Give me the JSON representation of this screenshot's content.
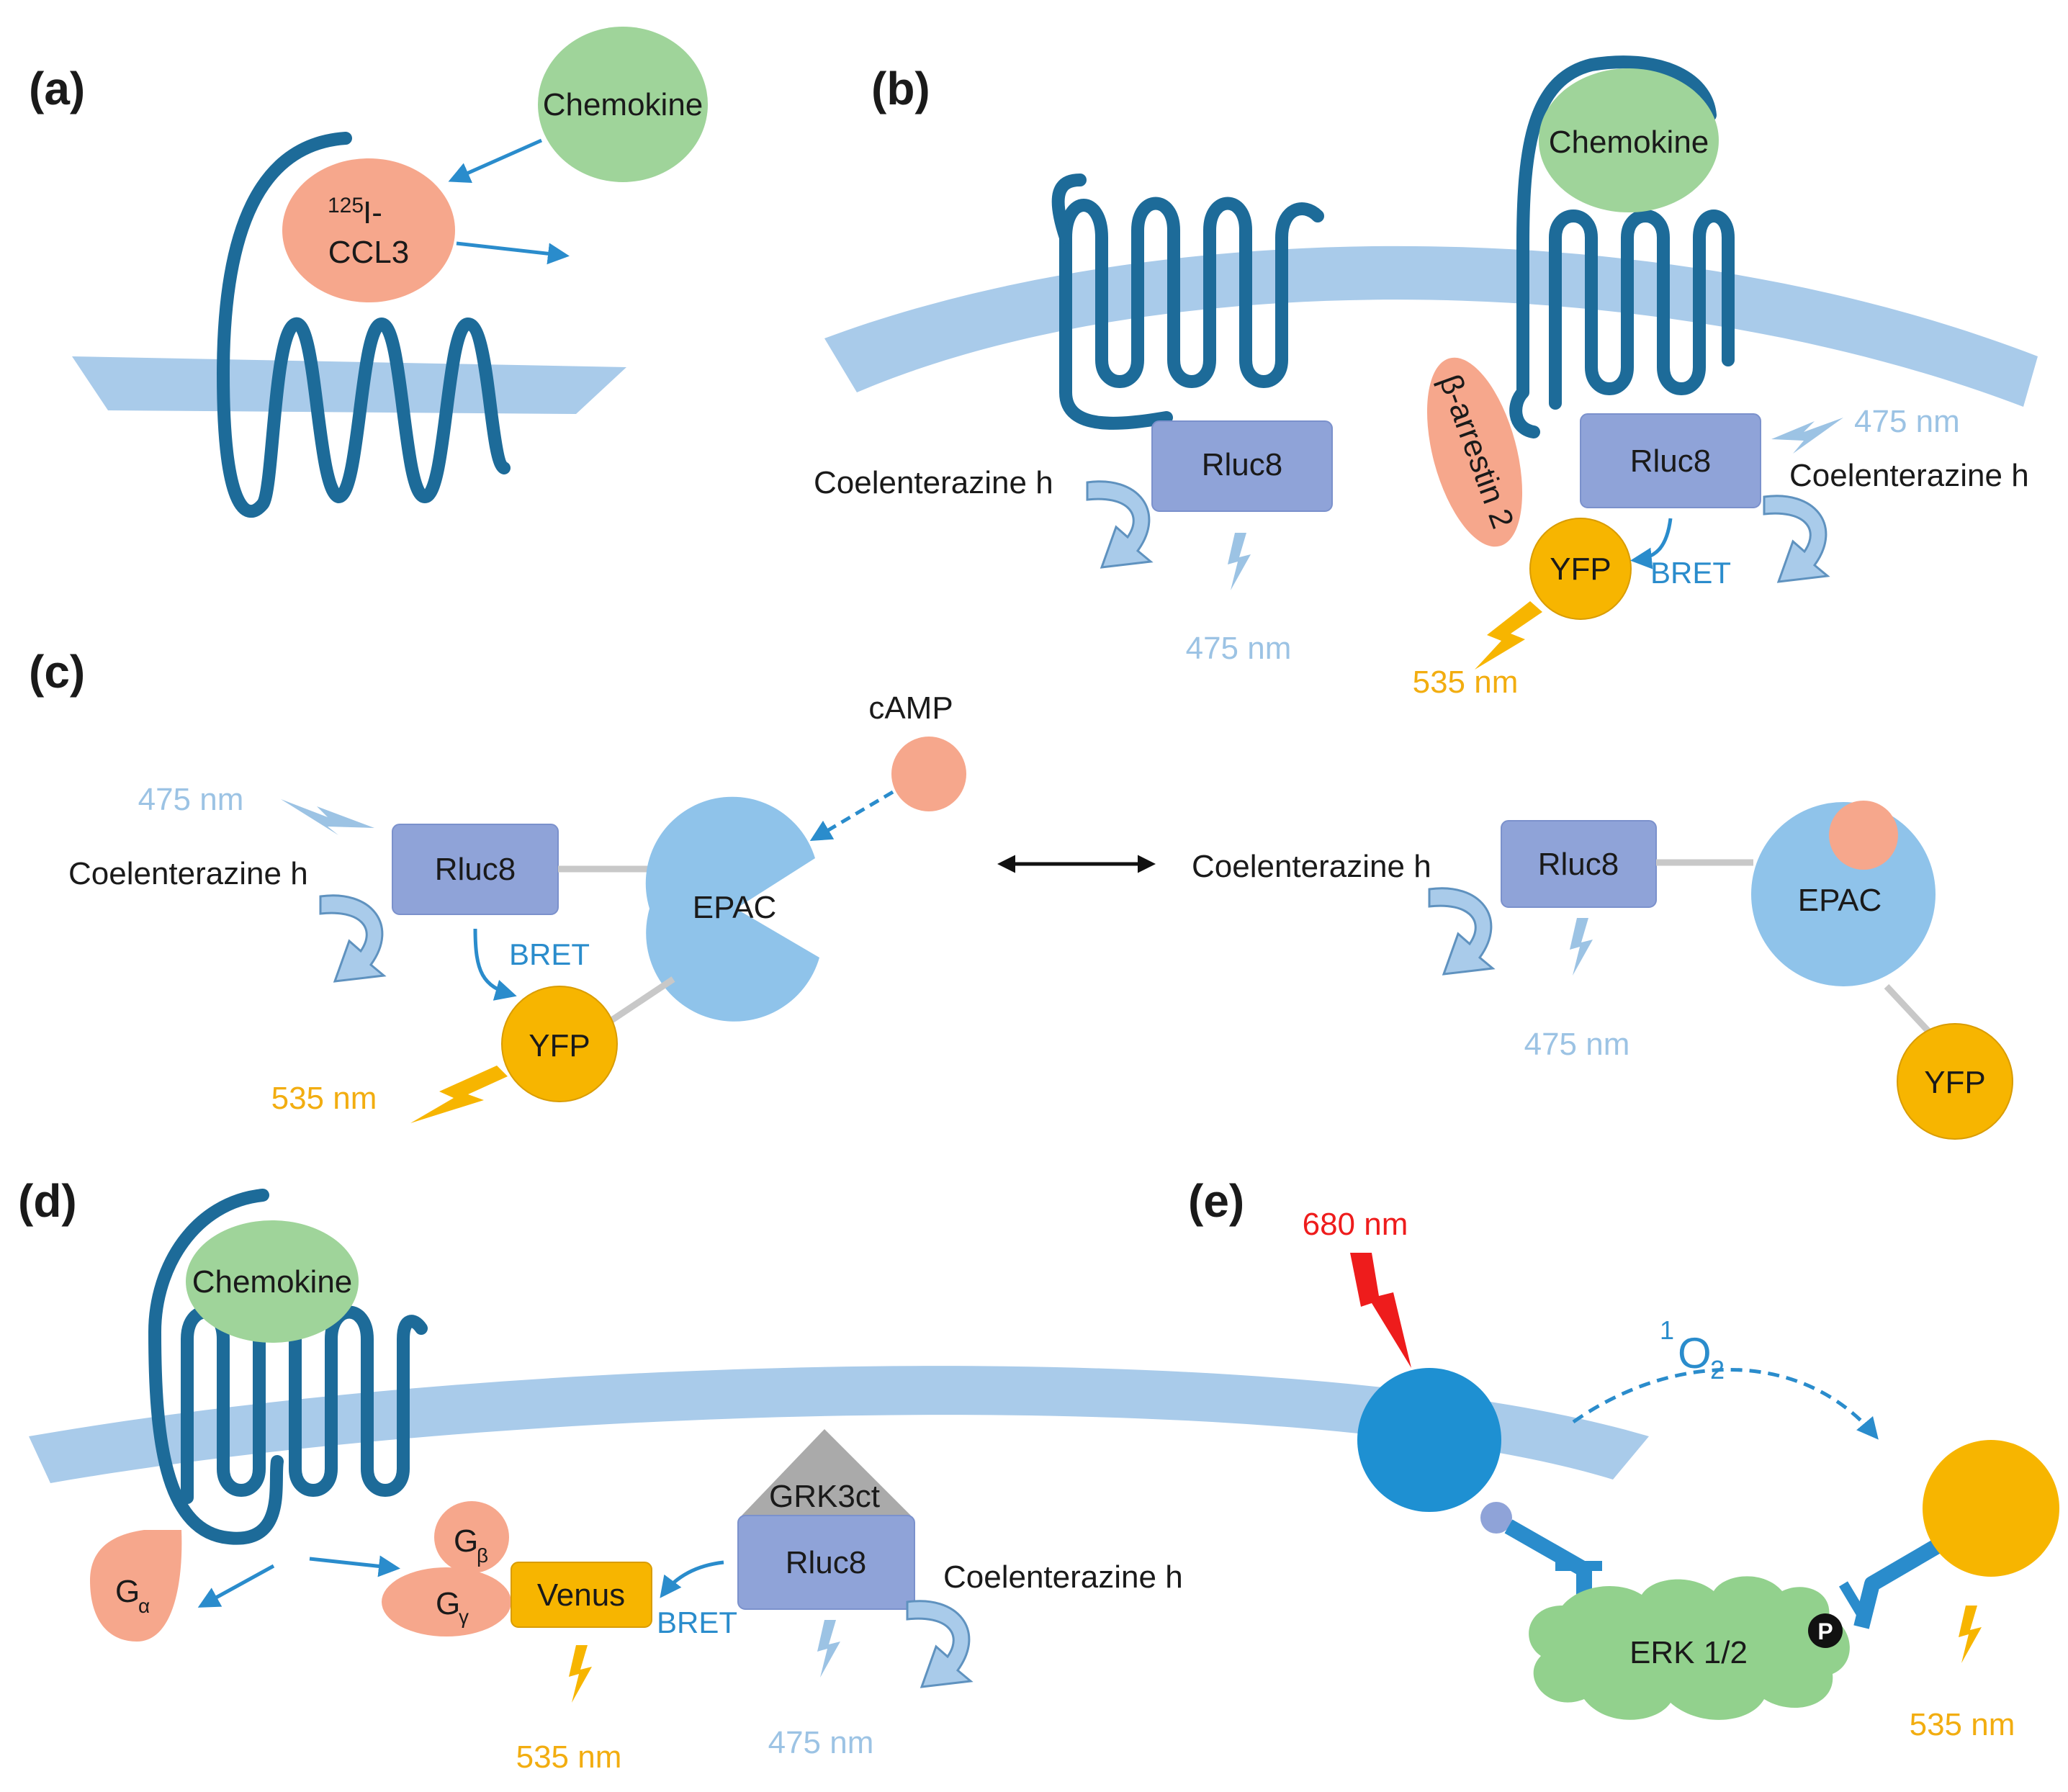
{
  "panels": {
    "a": {
      "label": "(a)",
      "chemokine": "Chemokine",
      "radioligand_sup": "125",
      "radioligand_line1": "I-",
      "radioligand_line2": "CCL3"
    },
    "b": {
      "label": "(b)",
      "chemokine": "Chemokine",
      "rluc_left": "Rluc8",
      "rluc_right": "Rluc8",
      "substrate_left": "Coelenterazine h",
      "substrate_right": "Coelenterazine h",
      "emission_left": "475 nm",
      "emission_right": "475 nm",
      "arrestin": "β-arrestin 2",
      "yfp": "YFP",
      "bret": "BRET",
      "emission_yfp": "535 nm"
    },
    "c": {
      "label": "(c)",
      "camp": "cAMP",
      "emission_top": "475 nm",
      "substrate_left": "Coelenterazine h",
      "rluc_left": "Rluc8",
      "epac_left": "EPAC",
      "bret": "BRET",
      "yfp_left": "YFP",
      "emission_yfp": "535 nm",
      "substrate_right": "Coelenterazine h",
      "rluc_right": "Rluc8",
      "epac_right": "EPAC",
      "emission_right": "475 nm",
      "yfp_right": "YFP"
    },
    "d": {
      "label": "(d)",
      "chemokine": "Chemokine",
      "g_alpha": "G",
      "g_alpha_sub": "α",
      "g_beta": "G",
      "g_beta_sub": "β",
      "g_gamma": "G",
      "g_gamma_sub": "γ",
      "venus": "Venus",
      "bret": "BRET",
      "grk": "GRK3ct",
      "rluc": "Rluc8",
      "substrate": "Coelenterazine h",
      "emission_venus": "535 nm",
      "emission_rluc": "475 nm"
    },
    "e": {
      "label": "(e)",
      "excitation": "680 nm",
      "singlet_sup": "1",
      "singlet_main": "O",
      "singlet_sub": "2",
      "erk": "ERK 1/2",
      "phospho": "P",
      "emission": "535 nm"
    }
  },
  "colors": {
    "receptor": "#1d6b99",
    "membrane": "#a9cbea",
    "chemokine": "#9fd49a",
    "salmon": "#f6a78c",
    "rluc": "#8fa3d8",
    "yfp": "#f7b500",
    "epac": "#8fc3ea",
    "donor_bead": "#1e90d2",
    "acceptor_bead": "#f7b500",
    "erk": "#92d18d",
    "red": "#ee1c1c"
  },
  "icons": [
    "lightning-bolt-icon",
    "curved-arrow-icon",
    "double-arrow-icon"
  ]
}
